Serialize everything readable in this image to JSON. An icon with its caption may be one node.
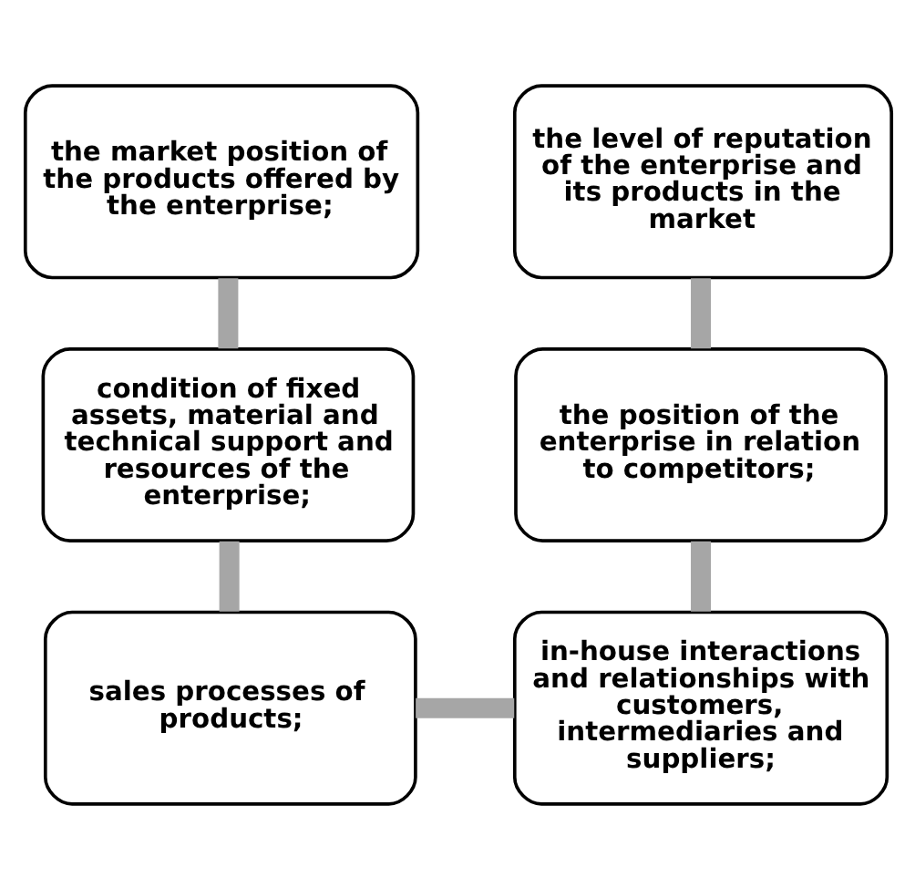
{
  "diagram": {
    "nodes": [
      {
        "text": [
          "the market position of the products offered by the enterprise;"
        ]
      },
      {
        "text": [
          "the level of reputation of the enterprise and its products in the market"
        ]
      },
      {
        "text": [
          "condition of fixed assets, material and technical support and resources of the enterprise;"
        ]
      },
      {
        "text": [
          "the position of the enterprise in relation to competitors;"
        ]
      },
      {
        "text": [
          "sales processes of products;"
        ]
      },
      {
        "text": [
          "in-house interactions and relationships with customers, intermediaries and suppliers;"
        ]
      }
    ],
    "edges": [
      {
        "from": 0,
        "to": 2,
        "arrow": "none"
      },
      {
        "from": 2,
        "to": 4,
        "arrow": "none"
      },
      {
        "from": 4,
        "to": 5,
        "arrow": "none"
      },
      {
        "from": 1,
        "to": 3,
        "arrow": "none"
      },
      {
        "from": 3,
        "to": 5,
        "arrow": "none"
      }
    ]
  }
}
